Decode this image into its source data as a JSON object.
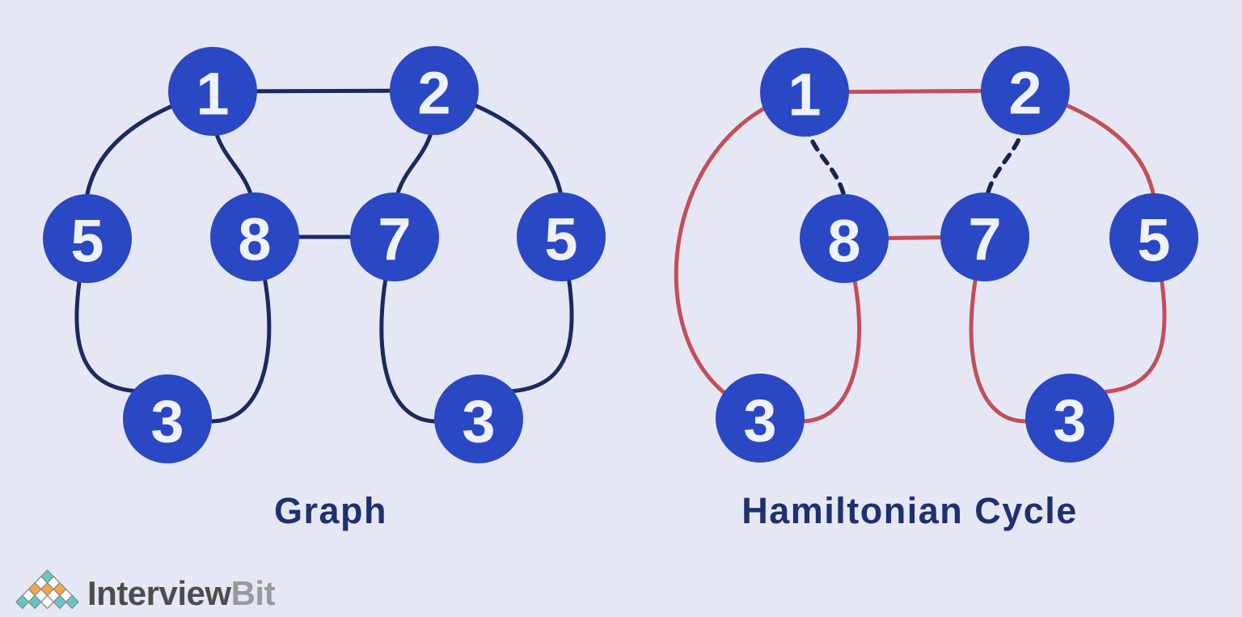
{
  "figure": {
    "background": "#E5E8F4",
    "type": "graph-diagram-comparison"
  },
  "colors": {
    "node_fill": "#2A47C4",
    "node_text": "#EFF2FA",
    "edge_dark": "#1B2A5F",
    "edge_red": "#C24F58",
    "edge_dashed": "#17254E",
    "title_text": "#1E3070"
  },
  "left_graph": {
    "title": "Graph",
    "nodes": [
      {
        "id": "1",
        "label": "1"
      },
      {
        "id": "2",
        "label": "2"
      },
      {
        "id": "5-left",
        "label": "5"
      },
      {
        "id": "8",
        "label": "8"
      },
      {
        "id": "7",
        "label": "7"
      },
      {
        "id": "5-right",
        "label": "5"
      },
      {
        "id": "3-left",
        "label": "3"
      },
      {
        "id": "3-right",
        "label": "3"
      }
    ],
    "edges": [
      {
        "from": "1",
        "to": "2",
        "style": "solid"
      },
      {
        "from": "1",
        "to": "5-left",
        "style": "solid"
      },
      {
        "from": "2",
        "to": "5-right",
        "style": "solid"
      },
      {
        "from": "1",
        "to": "8",
        "style": "solid"
      },
      {
        "from": "2",
        "to": "7",
        "style": "solid"
      },
      {
        "from": "8",
        "to": "7",
        "style": "solid"
      },
      {
        "from": "5-left",
        "to": "3-left",
        "style": "solid"
      },
      {
        "from": "8",
        "to": "3-left",
        "style": "solid"
      },
      {
        "from": "7",
        "to": "3-right",
        "style": "solid"
      },
      {
        "from": "5-right",
        "to": "3-right",
        "style": "solid"
      }
    ]
  },
  "right_graph": {
    "title": "Hamiltonian Cycle",
    "nodes": [
      {
        "id": "1",
        "label": "1"
      },
      {
        "id": "2",
        "label": "2"
      },
      {
        "id": "8",
        "label": "8"
      },
      {
        "id": "7",
        "label": "7"
      },
      {
        "id": "5",
        "label": "5"
      },
      {
        "id": "3-left",
        "label": "3"
      },
      {
        "id": "3-right",
        "label": "3"
      }
    ],
    "edges": [
      {
        "from": "1",
        "to": "2",
        "style": "cycle"
      },
      {
        "from": "2",
        "to": "5",
        "style": "cycle"
      },
      {
        "from": "5",
        "to": "3-right",
        "style": "cycle"
      },
      {
        "from": "7",
        "to": "3-right",
        "style": "cycle"
      },
      {
        "from": "8",
        "to": "7",
        "style": "cycle"
      },
      {
        "from": "8",
        "to": "3-left",
        "style": "cycle"
      },
      {
        "from": "1",
        "to": "3-left",
        "style": "cycle"
      },
      {
        "from": "1",
        "to": "8",
        "style": "unused-dashed"
      },
      {
        "from": "2",
        "to": "7",
        "style": "unused-dashed"
      }
    ]
  },
  "logo": {
    "text_primary": "Interview",
    "text_secondary": "Bit",
    "colors": {
      "teal": "#5FC9C5",
      "orange": "#F5A843",
      "white": "#FDFDFD",
      "outline": "#8E8E8E",
      "text_primary": "#4D4D4D",
      "text_secondary": "#9A9A9A"
    },
    "tile_colors": [
      "#5FC9C5",
      "#FDFDFD",
      "#FDFDFD",
      "#F5A843",
      "#F5A843",
      "#F5A843",
      "#FDFDFD",
      "#FDFDFD",
      "#FDFDFD",
      "#FDFDFD",
      "#5FC9C5",
      "#5FC9C5",
      "#FDFDFD",
      "#5FC9C5",
      "#5FC9C5"
    ]
  }
}
